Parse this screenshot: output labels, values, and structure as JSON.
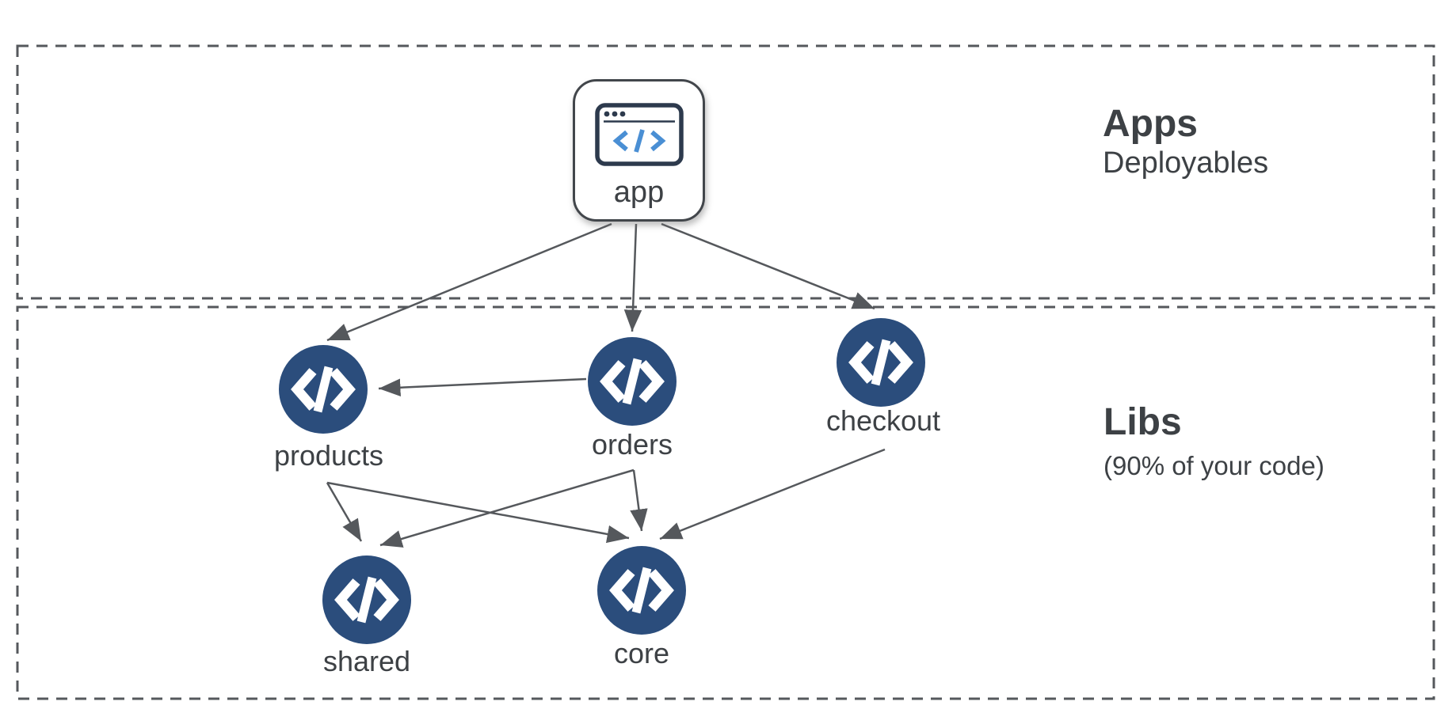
{
  "diagram": {
    "sections": [
      {
        "title": "Apps",
        "subtitle": "Deployables"
      },
      {
        "title": "Libs",
        "subtitle": "(90% of your code)"
      }
    ],
    "nodes": [
      {
        "id": "app",
        "label": "app",
        "kind": "application",
        "icon": "browser-window-icon"
      },
      {
        "id": "products",
        "label": "products",
        "kind": "library",
        "icon": "code-icon"
      },
      {
        "id": "orders",
        "label": "orders",
        "kind": "library",
        "icon": "code-icon"
      },
      {
        "id": "checkout",
        "label": "checkout",
        "kind": "library",
        "icon": "code-icon"
      },
      {
        "id": "shared",
        "label": "shared",
        "kind": "library",
        "icon": "code-icon"
      },
      {
        "id": "core",
        "label": "core",
        "kind": "library",
        "icon": "code-icon"
      }
    ],
    "edges": [
      {
        "from": "app",
        "to": "products"
      },
      {
        "from": "app",
        "to": "orders"
      },
      {
        "from": "app",
        "to": "checkout"
      },
      {
        "from": "orders",
        "to": "products"
      },
      {
        "from": "products",
        "to": "shared"
      },
      {
        "from": "products",
        "to": "core"
      },
      {
        "from": "orders",
        "to": "shared"
      },
      {
        "from": "orders",
        "to": "core"
      },
      {
        "from": "checkout",
        "to": "core"
      }
    ],
    "colors": {
      "node_fill": "#2b4d7c",
      "edge_gray": "#55585c",
      "text_gray": "#3d4145",
      "accent_blue": "#4a8fd4",
      "icon_navy": "#2d3a4d",
      "background": "#ffffff"
    }
  }
}
